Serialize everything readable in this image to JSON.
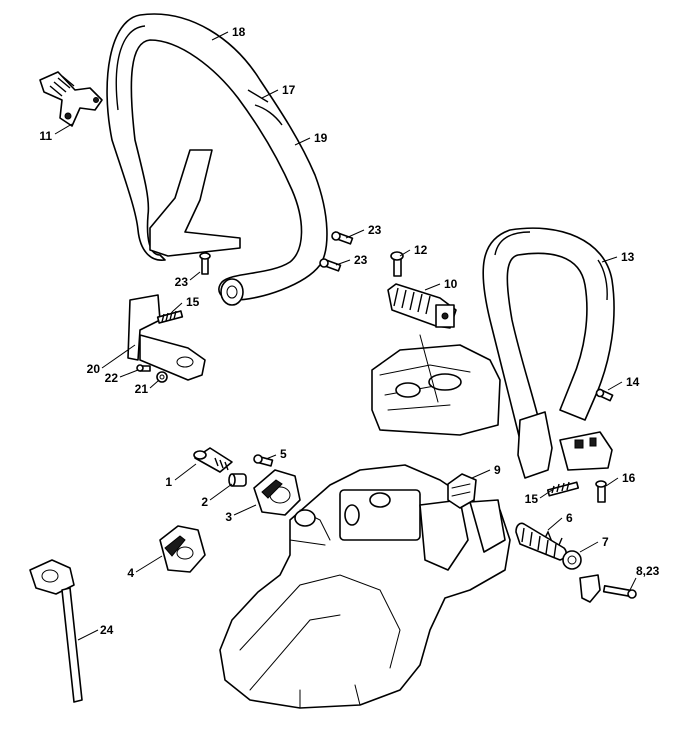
{
  "callouts": [
    {
      "id": "18",
      "text": "18"
    },
    {
      "id": "17",
      "text": "17"
    },
    {
      "id": "19",
      "text": "19"
    },
    {
      "id": "11",
      "text": "11"
    },
    {
      "id": "23a",
      "text": "23"
    },
    {
      "id": "23b",
      "text": "23"
    },
    {
      "id": "23c",
      "text": "23"
    },
    {
      "id": "12",
      "text": "12"
    },
    {
      "id": "10",
      "text": "10"
    },
    {
      "id": "13",
      "text": "13"
    },
    {
      "id": "15a",
      "text": "15"
    },
    {
      "id": "20",
      "text": "20"
    },
    {
      "id": "22",
      "text": "22"
    },
    {
      "id": "21",
      "text": "21"
    },
    {
      "id": "14",
      "text": "14"
    },
    {
      "id": "1",
      "text": "1"
    },
    {
      "id": "5",
      "text": "5"
    },
    {
      "id": "2",
      "text": "2"
    },
    {
      "id": "3",
      "text": "3"
    },
    {
      "id": "9",
      "text": "9"
    },
    {
      "id": "16",
      "text": "16"
    },
    {
      "id": "15b",
      "text": "15"
    },
    {
      "id": "6",
      "text": "6"
    },
    {
      "id": "7",
      "text": "7"
    },
    {
      "id": "4",
      "text": "4"
    },
    {
      "id": "8_23",
      "text": "8,23"
    },
    {
      "id": "24",
      "text": "24"
    }
  ]
}
